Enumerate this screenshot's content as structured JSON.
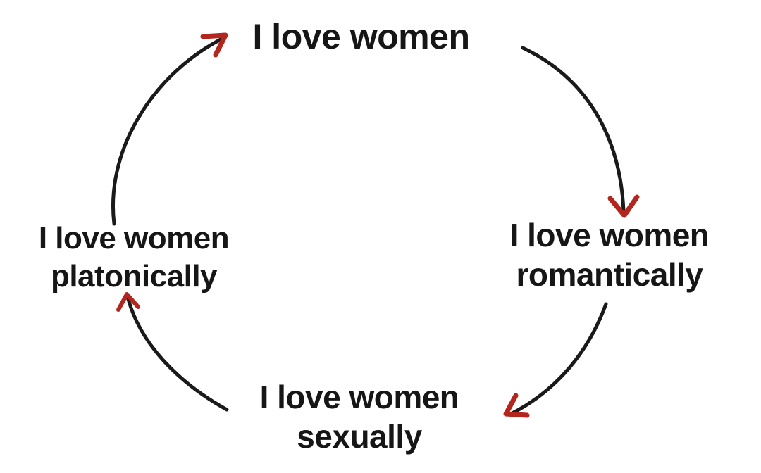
{
  "nodes": {
    "top": {
      "line1": "I love women"
    },
    "right": {
      "line1": "I love women",
      "line2": "romantically"
    },
    "bottom": {
      "line1": "I love women",
      "line2": "sexually"
    },
    "left": {
      "line1": "I love women",
      "line2": "platonically"
    }
  },
  "colors": {
    "text": "#161616",
    "arrow_line": "#1a1a1a",
    "arrow_head": "#b3261e",
    "background": "#ffffff"
  }
}
